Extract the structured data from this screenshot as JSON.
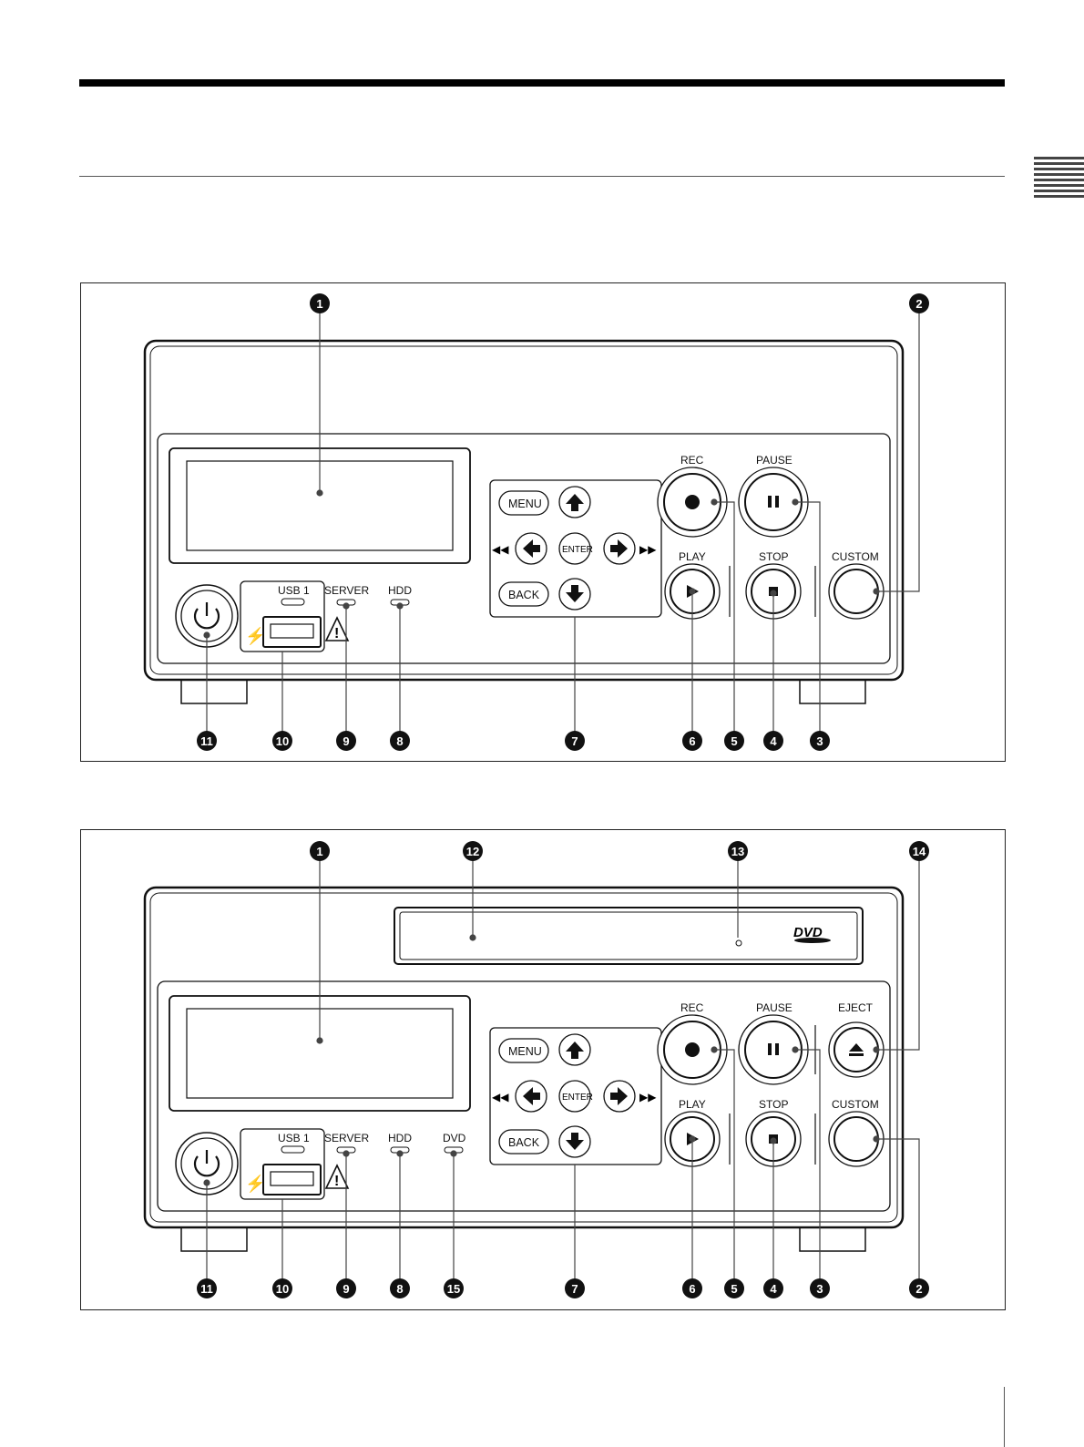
{
  "figure1": {
    "callouts": [
      "1",
      "2",
      "3",
      "4",
      "5",
      "6",
      "7",
      "8",
      "9",
      "10",
      "11"
    ],
    "labels": {
      "rec": "REC",
      "pause": "PAUSE",
      "play": "PLAY",
      "stop": "STOP",
      "custom": "CUSTOM",
      "menu": "MENU",
      "enter": "ENTER",
      "back": "BACK",
      "usb": "USB 1",
      "server": "SERVER",
      "hdd": "HDD"
    }
  },
  "figure2": {
    "callouts": [
      "1",
      "12",
      "13",
      "14",
      "2",
      "3",
      "4",
      "5",
      "6",
      "7",
      "15",
      "8",
      "9",
      "10",
      "11"
    ],
    "labels": {
      "rec": "REC",
      "pause": "PAUSE",
      "eject": "EJECT",
      "play": "PLAY",
      "stop": "STOP",
      "custom": "CUSTOM",
      "menu": "MENU",
      "enter": "ENTER",
      "back": "BACK",
      "usb": "USB 1",
      "server": "SERVER",
      "hdd": "HDD",
      "dvd": "DVD",
      "dvd_logo": "DVD"
    }
  }
}
